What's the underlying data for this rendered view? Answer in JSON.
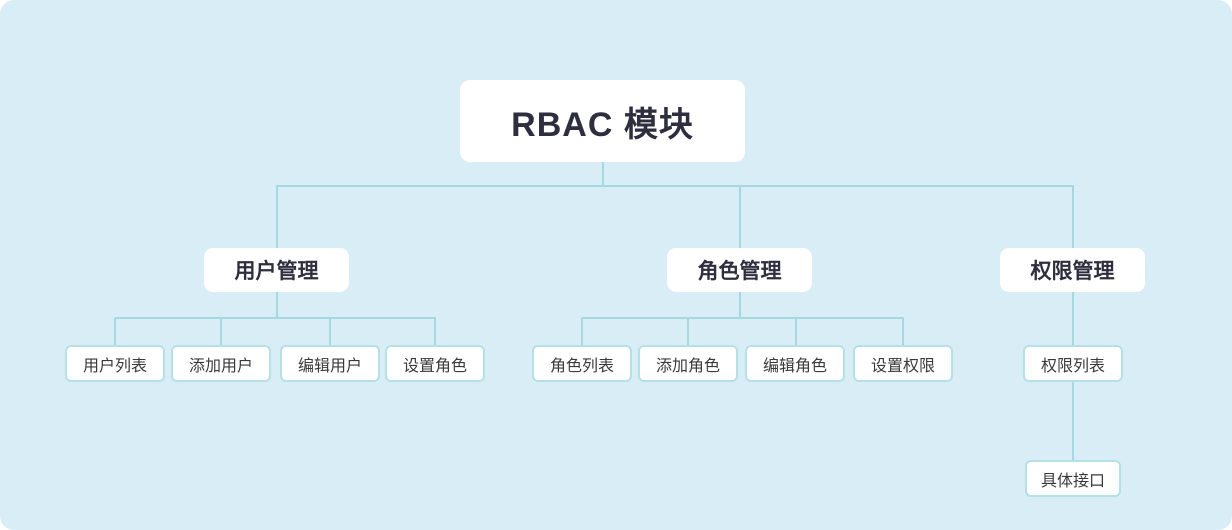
{
  "diagram": {
    "root": {
      "label": "RBAC 模块"
    },
    "branches": [
      {
        "label": "用户管理",
        "children": [
          {
            "label": "用户列表"
          },
          {
            "label": "添加用户"
          },
          {
            "label": "编辑用户"
          },
          {
            "label": "设置角色"
          }
        ]
      },
      {
        "label": "角色管理",
        "children": [
          {
            "label": "角色列表"
          },
          {
            "label": "添加角色"
          },
          {
            "label": "编辑角色"
          },
          {
            "label": "设置权限"
          }
        ]
      },
      {
        "label": "权限管理",
        "children": [
          {
            "label": "权限列表",
            "children": [
              {
                "label": "具体接口"
              }
            ]
          }
        ]
      }
    ],
    "colors": {
      "background": "#d9edf6",
      "line": "#a5d9e0",
      "node_bg": "#ffffff",
      "node_border": "#b5e0e6",
      "text": "#3a3a3a",
      "title_text": "#2e2e3f"
    }
  }
}
